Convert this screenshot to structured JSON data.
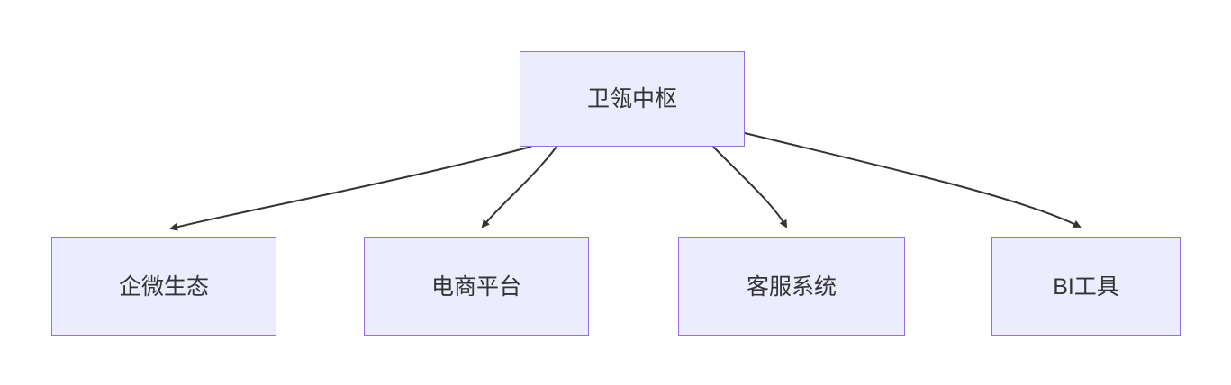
{
  "diagram": {
    "type": "flowchart-top-down",
    "background_color": "#ffffff",
    "node_fill_color": "#ECECFF",
    "node_border_color": "#9370DB",
    "node_text_color": "#333333",
    "edge_color": "#333333",
    "root": {
      "label": "卫瓴中枢"
    },
    "children": [
      {
        "label": "企微生态"
      },
      {
        "label": "电商平台"
      },
      {
        "label": "客服系统"
      },
      {
        "label": "BI工具"
      }
    ],
    "edges": [
      {
        "from": "卫瓴中枢",
        "to": "企微生态"
      },
      {
        "from": "卫瓴中枢",
        "to": "电商平台"
      },
      {
        "from": "卫瓴中枢",
        "to": "客服系统"
      },
      {
        "from": "卫瓴中枢",
        "to": "BI工具"
      }
    ]
  }
}
